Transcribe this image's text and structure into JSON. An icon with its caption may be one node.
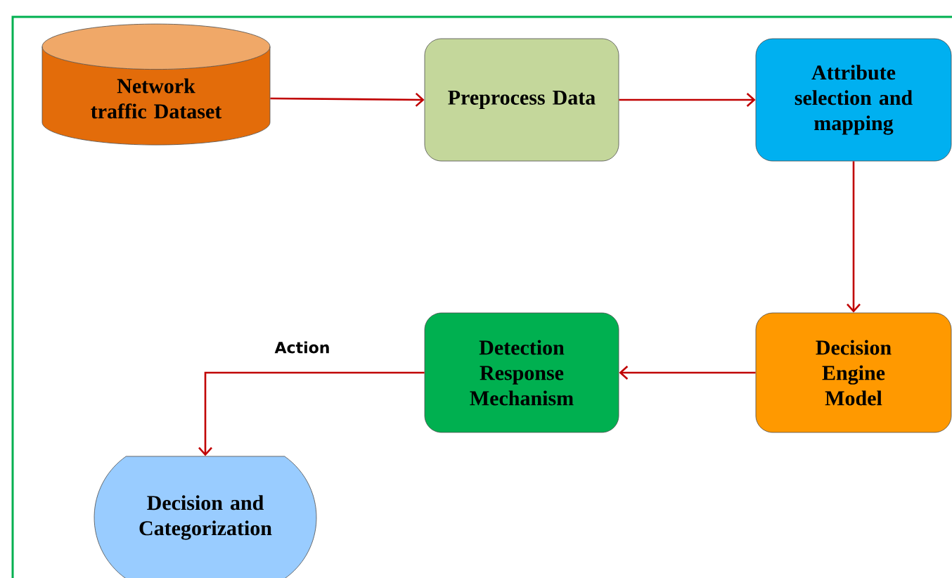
{
  "diagram": {
    "nodes": [
      {
        "text": [
          "Network traffic Dataset"
        ]
      },
      {
        "text": [
          "Preprocess Data"
        ]
      },
      {
        "text": [
          "Attribute selection and mapping"
        ]
      },
      {
        "text": [
          "Decision Engine Model"
        ]
      },
      {
        "text": [
          "Detection Response Mechanism"
        ]
      },
      {
        "text": [
          "Decision and Categorization"
        ]
      }
    ],
    "edges": [
      {
        "from": 0,
        "to": 1,
        "arrow": "to"
      },
      {
        "from": 1,
        "to": 2,
        "arrow": "to"
      },
      {
        "from": 2,
        "to": 3,
        "arrow": "to"
      },
      {
        "from": 3,
        "to": 4,
        "arrow": "to"
      },
      {
        "from": 4,
        "to": 5,
        "arrow": "to",
        "label": "Action"
      }
    ]
  }
}
